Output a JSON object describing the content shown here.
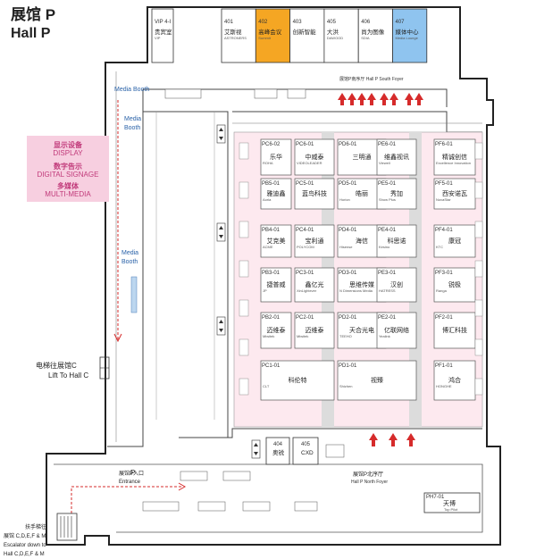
{
  "title": {
    "cn": "展馆 P",
    "en": "Hall P"
  },
  "top_rooms": [
    {
      "num": "VIP 4-I",
      "cn": "贵宾室",
      "en": "VIP",
      "highlight": ""
    },
    {
      "num": "401",
      "cn": "艾斯视",
      "en": "ASTRONERS",
      "highlight": ""
    },
    {
      "num": "402",
      "cn": "高峰会议",
      "en": "Summit",
      "highlight": "#f5a623"
    },
    {
      "num": "403",
      "cn": "创新智能",
      "en": "",
      "highlight": ""
    },
    {
      "num": "405",
      "cn": "大洪",
      "en": "DAWOOD",
      "highlight": ""
    },
    {
      "num": "406",
      "cn": "尚为图像",
      "en": "SDIA",
      "highlight": ""
    },
    {
      "num": "407",
      "cn": "媒体中心",
      "en": "Media Lounge",
      "highlight": "#8fc4ef"
    }
  ],
  "booths": [
    {
      "code": "PC6-02",
      "cn": "乐华",
      "en": "ROHA",
      "r": 0,
      "c": 0,
      "w": 1
    },
    {
      "code": "PC6-01",
      "cn": "中威泰",
      "en": "VIDEOLEADER",
      "r": 0,
      "c": 1,
      "w": 1
    },
    {
      "code": "PD6-01",
      "cn": "三明通",
      "en": "",
      "r": 0,
      "c": 2,
      "w": 1
    },
    {
      "code": "PE6-01",
      "cn": "维鑫视讯",
      "en": "Viewell",
      "r": 0,
      "c": 3,
      "w": 1
    },
    {
      "code": "PF6-01",
      "cn": "精诚创信",
      "en": "Excellence Innovation",
      "r": 0,
      "c": 4,
      "w": 1
    },
    {
      "code": "PB5-01",
      "cn": "雅迪鑫",
      "en": "Aoria",
      "r": 1,
      "c": 0,
      "w": 1
    },
    {
      "code": "PC5-01",
      "cn": "蓝鸟科技",
      "en": "",
      "r": 1,
      "c": 1,
      "w": 1
    },
    {
      "code": "PD5-01",
      "cn": "皓丽",
      "en": "Horion",
      "r": 1,
      "c": 2,
      "w": 1
    },
    {
      "code": "PE5-01",
      "cn": "秀加",
      "en": "Show Plus",
      "r": 1,
      "c": 3,
      "w": 1
    },
    {
      "code": "PF5-01",
      "cn": "西安诺瓦",
      "en": "NovaStar",
      "r": 1,
      "c": 4,
      "w": 1
    },
    {
      "code": "PB4-01",
      "cn": "艾克美",
      "en": "ACME",
      "r": 2,
      "c": 0,
      "w": 1
    },
    {
      "code": "PC4-01",
      "cn": "宝利通",
      "en": "POLYCOM",
      "r": 2,
      "c": 1,
      "w": 1
    },
    {
      "code": "PD4-01",
      "cn": "海信",
      "en": "Hisense",
      "r": 2,
      "c": 2,
      "w": 1
    },
    {
      "code": "PE4-01",
      "cn": "科思诺",
      "en": "Kesino",
      "r": 2,
      "c": 3,
      "w": 1
    },
    {
      "code": "PF4-01",
      "cn": "康冠",
      "en": "KTC",
      "r": 2,
      "c": 4,
      "w": 1
    },
    {
      "code": "PB3-01",
      "cn": "捷普威",
      "en": "JP",
      "r": 3,
      "c": 0,
      "w": 1
    },
    {
      "code": "PC3-01",
      "cn": "鑫亿光",
      "en": "XinLightever",
      "r": 3,
      "c": 1,
      "w": 1
    },
    {
      "code": "PD3-01",
      "cn": "思维传媒",
      "en": "N Dimensions Media",
      "r": 3,
      "c": 2,
      "w": 1
    },
    {
      "code": "PE3-01",
      "cn": "汉创",
      "en": "HATRESS",
      "r": 3,
      "c": 3,
      "w": 1
    },
    {
      "code": "PF3-01",
      "cn": "锐极",
      "en": "Ranga",
      "r": 3,
      "c": 4,
      "w": 1
    },
    {
      "code": "PB2-01",
      "cn": "迈维泰",
      "en": "Miwitek",
      "r": 4,
      "c": 0,
      "w": 1
    },
    {
      "code": "PC2-01",
      "cn": "迈维泰",
      "en": "Miwitek",
      "r": 4,
      "c": 1,
      "w": 1
    },
    {
      "code": "PD2-01",
      "cn": "天合光电",
      "en": "TEEHO",
      "r": 4,
      "c": 2,
      "w": 1
    },
    {
      "code": "PE2-01",
      "cn": "亿联网络",
      "en": "Yealink",
      "r": 4,
      "c": 3,
      "w": 1
    },
    {
      "code": "PF2-01",
      "cn": "博汇科技",
      "en": "",
      "r": 4,
      "c": 4,
      "w": 1
    },
    {
      "code": "PC1-01",
      "cn": "科伦特",
      "en": "CLT",
      "r": 5,
      "c": 0,
      "w": 2
    },
    {
      "code": "PD1-01",
      "cn": "视臻",
      "en": "Shizhen",
      "r": 5,
      "c": 2,
      "w": 2
    },
    {
      "code": "PF1-01",
      "cn": "鸿合",
      "en": "HONGHE",
      "r": 5,
      "c": 4,
      "w": 1
    }
  ],
  "zone": {
    "items": [
      {
        "cn": "显示设备",
        "en": "DISPLAY"
      },
      {
        "cn": "数字告示",
        "en": "DIGITAL SIGNAGE"
      },
      {
        "cn": "多媒体",
        "en": "MULTI-MEDIA"
      }
    ]
  },
  "labels": {
    "media_booth": "Media Booth",
    "media_booth_a": "Media",
    "media_booth_b": "Booth",
    "south_foyer": "展馆P南序厅 Hall P South Foyer",
    "north_foyer_cn": "展馆P北序厅",
    "north_foyer_en": "Hall P North Foyer",
    "lift_cn": "电梯往展馆C",
    "lift_en": "Lift To Hall C",
    "entrance_cn": "展馆P入口",
    "entrance_en": "Entrance",
    "entrance_p": "P",
    "escalator_1": "扶手梯往",
    "escalator_2": "展馆 C,D,E,F & M",
    "escalator_3": "Escalator down to",
    "escalator_4": "Hall C,D,E,F & M",
    "room_404": "404",
    "room_404_cn": "奥锐",
    "room_405": "405",
    "room_405_cn": "CXD",
    "ph7": "PH7-01",
    "ph7_cn": "天博",
    "ph7_en": "Top Pilot"
  },
  "colors": {
    "booth_fill": "#fde9ef",
    "aisle": "#dcdcdc",
    "zone_bg": "#f7cfe0",
    "arrow": "#d62b2b",
    "summit": "#f5a623",
    "media": "#8fc4ef",
    "blue_text": "#2a62a8"
  }
}
